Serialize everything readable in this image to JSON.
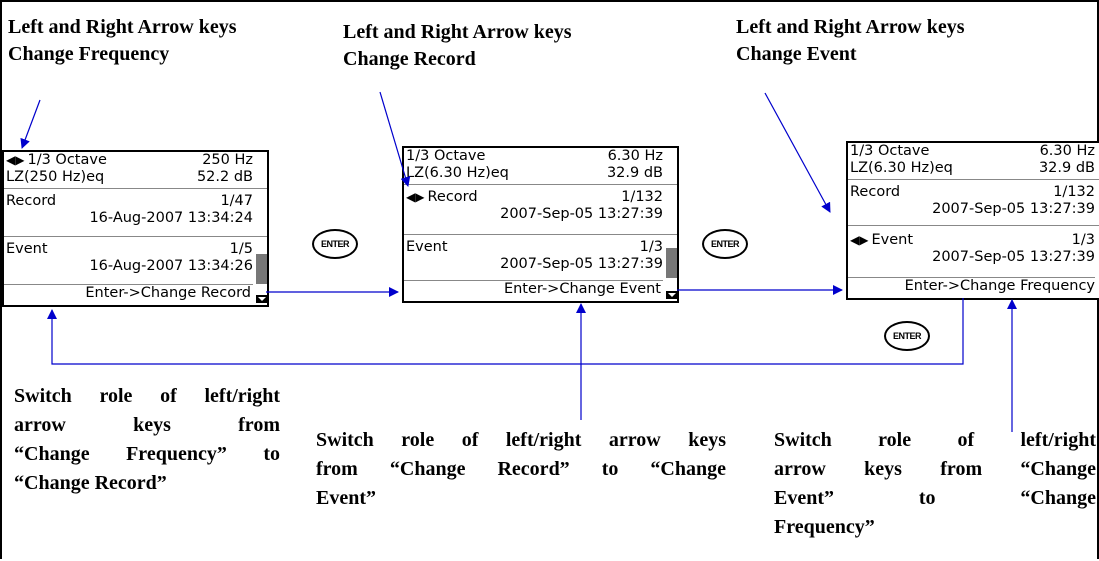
{
  "captions": {
    "frequency": [
      "Left and Right Arrow keys",
      "Change Frequency"
    ],
    "record": [
      "Left and Right Arrow keys",
      "Change Record"
    ],
    "event": [
      "Left and Right Arrow keys",
      "Change Event"
    ]
  },
  "enter_label": "ENTER",
  "screen1": {
    "octave_label": "1/3 Octave",
    "octave_value": "250 Hz",
    "lz_label": "LZ(250 Hz)eq",
    "lz_value": "52.2 dB",
    "record_label": "Record",
    "record_count": "1/47",
    "record_time": "16-Aug-2007 13:34:24",
    "event_label": "Event",
    "event_count": "1/5",
    "event_time": "16-Aug-2007 13:34:26",
    "footer": "Enter->Change Record"
  },
  "screen2": {
    "octave_label": "1/3 Octave",
    "octave_value": "6.30 Hz",
    "lz_label": "LZ(6.30 Hz)eq",
    "lz_value": "32.9 dB",
    "record_label": "Record",
    "record_count": "1/132",
    "record_time": "2007-Sep-05 13:27:39",
    "event_label": "Event",
    "event_count": "1/3",
    "event_time": "2007-Sep-05 13:27:39",
    "footer": "Enter->Change Event"
  },
  "screen3": {
    "octave_label": "1/3 Octave",
    "octave_value": "6.30 Hz",
    "lz_label": "LZ(6.30 Hz)eq",
    "lz_value": "32.9 dB",
    "record_label": "Record",
    "record_count": "1/132",
    "record_time": "2007-Sep-05 13:27:39",
    "event_label": "Event",
    "event_count": "1/3",
    "event_time": "2007-Sep-05 13:27:39",
    "footer": "Enter->Change Frequency"
  },
  "descriptions": {
    "d1": [
      "Switch role of left/right",
      "arrow keys from",
      "“Change Frequency” to",
      "“Change Record”"
    ],
    "d2": [
      "Switch role of left/right arrow keys",
      "from “Change Record” to “Change",
      "Event”"
    ],
    "d3": [
      "Switch role of left/right",
      "arrow keys from “Change",
      "Event” to “Change",
      "Frequency”"
    ]
  }
}
